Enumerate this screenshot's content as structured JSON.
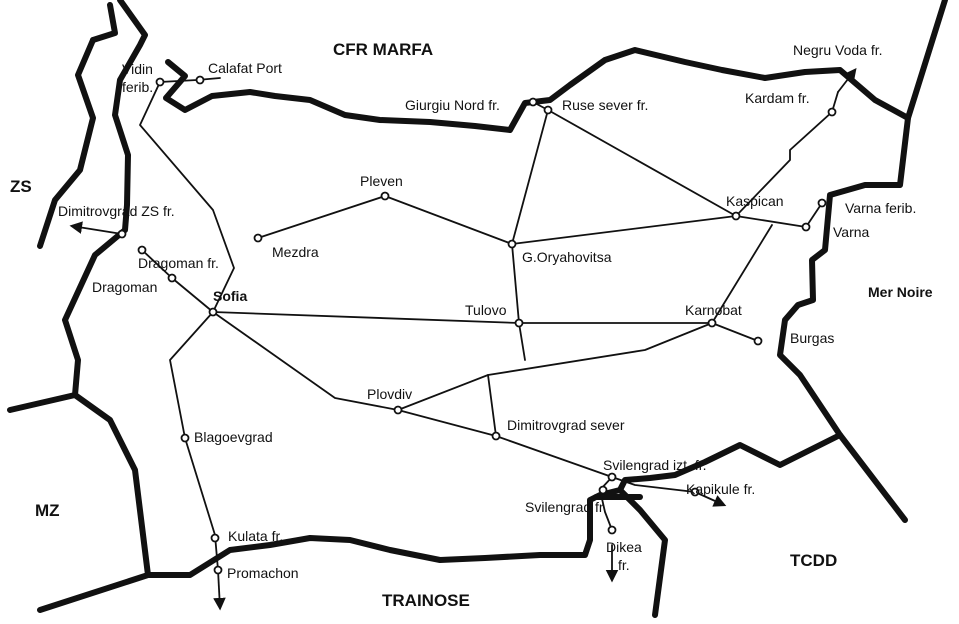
{
  "map": {
    "neighbours": {
      "north": "CFR MARFA",
      "west_north": "ZS",
      "west_south": "MZ",
      "south": "TRAINOSE",
      "south_east": "TCDD",
      "east": "Mer Noire"
    },
    "stations": {
      "vidin": "Vidin",
      "ferib": "ferib.",
      "calafat": "Calafat Port",
      "giurgiu": "Giurgiu Nord fr.",
      "ruse": "Ruse sever fr.",
      "negru": "Negru Voda fr.",
      "kardam": "Kardam fr.",
      "pleven": "Pleven",
      "dimitrovgrad_zs": "Dimitrovgrad ZS fr.",
      "mezdra": "Mezdra",
      "dragoman_fr": "Dragoman fr.",
      "dragoman": "Dragoman",
      "sofia": "Sofia",
      "goryahovitsa": "G.Oryahovitsa",
      "kaspican": "Kaspican",
      "varna_ferib": "Varna ferib.",
      "varna": "Varna",
      "tulovo": "Tulovo",
      "karnobat": "Karnobat",
      "burgas": "Burgas",
      "plovdiv": "Plovdiv",
      "dimitrovgrad_sever": "Dimitrovgrad sever",
      "blagoevgrad": "Blagoevgrad",
      "svilengrad_izt": "Svilengrad izt. fr.",
      "kapikule": "Kapikule fr.",
      "svilengrad_fr": "Svilengrad fr.",
      "dikea": "Dikea",
      "fr": "fr.",
      "kulata": "Kulata fr.",
      "promachon": "Promachon"
    }
  }
}
